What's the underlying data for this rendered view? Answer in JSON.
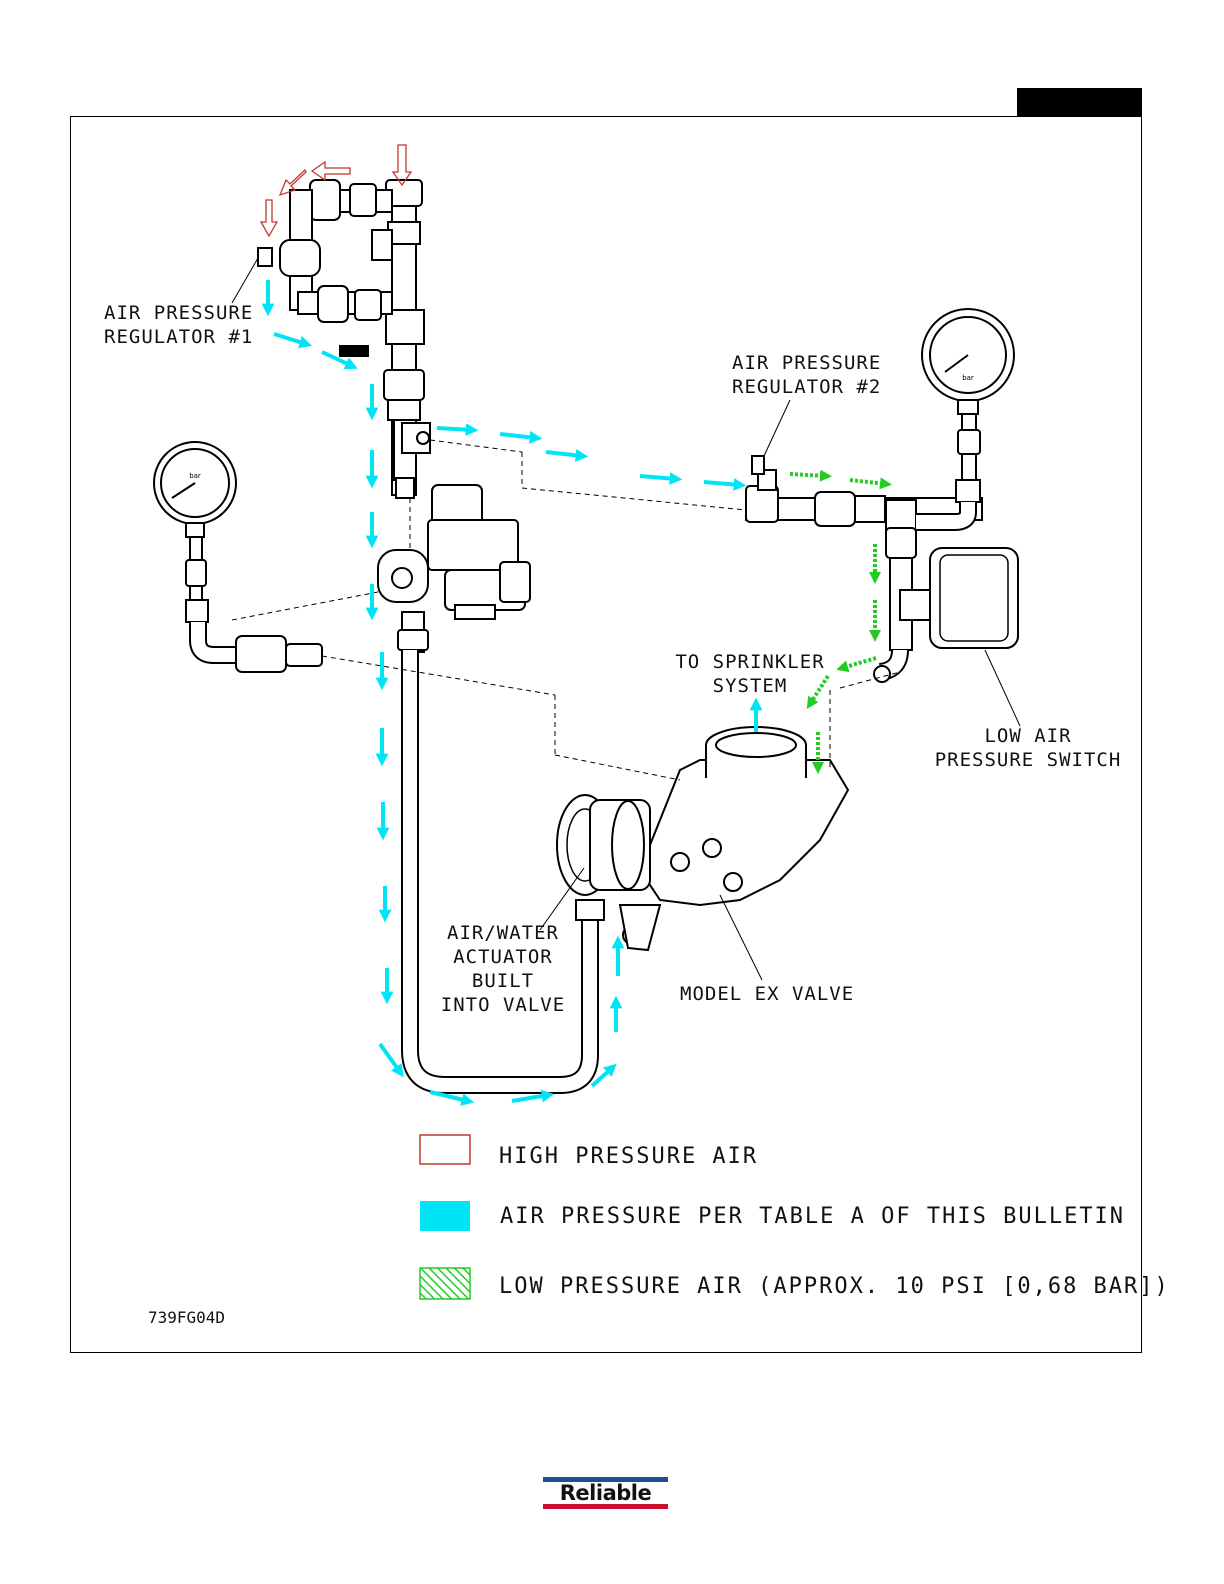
{
  "labels": {
    "regulator1": [
      "AIR PRESSURE",
      "REGULATOR #1"
    ],
    "regulator2": [
      "AIR PRESSURE",
      "REGULATOR #2"
    ],
    "sprinkler": [
      "TO SPRINKLER",
      "SYSTEM"
    ],
    "switch": [
      "LOW AIR",
      "PRESSURE SWITCH"
    ],
    "actuator": [
      "AIR/WATER",
      "ACTUATOR",
      "BUILT",
      "INTO VALVE"
    ],
    "valve": "MODEL EX VALVE",
    "code": "739FG04D"
  },
  "legend": [
    {
      "text": "HIGH PRESSURE AIR",
      "swatch": "outline-red"
    },
    {
      "text": "AIR PRESSURE PER TABLE A OF THIS BULLETIN",
      "swatch": "solid-cyan"
    },
    {
      "text": "LOW PRESSURE AIR (APPROX. 10 PSI [0,68 BAR])",
      "swatch": "hatch-green"
    }
  ],
  "logo": {
    "text": "Reliable"
  },
  "gauge_face_text": "bar",
  "colors": {
    "high_pressure": "#c0392b",
    "table_a_pressure": "#00e5f5",
    "low_pressure": "#22cc22",
    "logo_blue": "#1d4f91",
    "logo_red": "#c8102e"
  }
}
